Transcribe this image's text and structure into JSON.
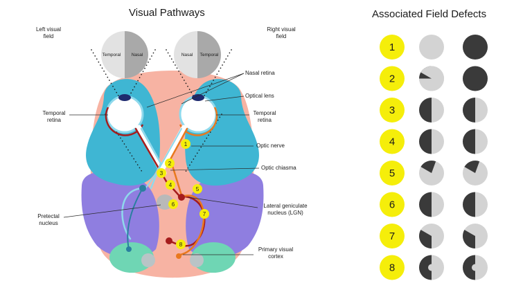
{
  "title_left": "Visual Pathways",
  "title_right": "Associated Field Defects",
  "labels": {
    "left_visual_field": [
      "Left visual",
      "field"
    ],
    "right_visual_field": [
      "Right visual",
      "field"
    ],
    "temporal": "Temporal",
    "nasal": "Nasal",
    "nasal_retina": "Nasal retina",
    "optical_lens": "Optical lens",
    "temporal_retina_left": [
      "Temporal",
      "retina"
    ],
    "temporal_retina_right": [
      "Temporal",
      "retina"
    ],
    "optic_nerve": "Optic nerve",
    "optic_chiasma": "Optic chiasma",
    "pretectal_nucleus": [
      "Pretectal",
      "nucleus"
    ],
    "lgn": [
      "Lateral geniculate",
      "nucleus (LGN)"
    ],
    "primary_visual_cortex": [
      "Primary visual",
      "cortex"
    ]
  },
  "lesion_markers": [
    "1",
    "2",
    "3",
    "4",
    "5",
    "6",
    "7",
    "8"
  ],
  "field_defects": [
    {
      "number": "1",
      "left_eye": "normal",
      "right_eye": "blind"
    },
    {
      "number": "2",
      "left_eye": "temporal upper quadrant loss",
      "right_eye": "blind"
    },
    {
      "number": "3",
      "left_eye": "temporal hemianopia",
      "right_eye": "temporal hemianopia"
    },
    {
      "number": "4",
      "left_eye": "right homonymous hemianopia",
      "right_eye": "right homonymous hemianopia"
    },
    {
      "number": "5",
      "left_eye": "upper right quadrant loss",
      "right_eye": "upper right quadrant loss"
    },
    {
      "number": "6",
      "left_eye": "right homonymous hemianopia",
      "right_eye": "right homonymous hemianopia"
    },
    {
      "number": "7",
      "left_eye": "lower right quadrant loss",
      "right_eye": "lower right quadrant loss"
    },
    {
      "number": "8",
      "left_eye": "right hemianopia with macular sparing",
      "right_eye": "right hemianopia with macular sparing"
    }
  ],
  "colors": {
    "marker_yellow": "#f5ee0a",
    "defect_dark": "#3a3a3a",
    "defect_light": "#d3d3d3",
    "skull_pink": "#f7b3a3",
    "brain_blue": "#3fb6d3",
    "brain_purple": "#8f7ee0",
    "cerebellum_green": "#6fd6b4",
    "pathway_red": "#a51c1c",
    "pathway_orange": "#e9781e",
    "pathway_lightblue": "#8fd9ec"
  }
}
